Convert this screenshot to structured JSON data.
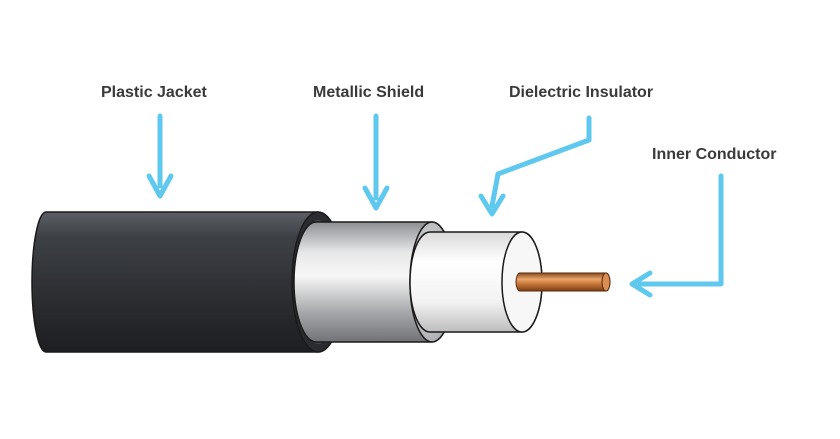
{
  "labels": {
    "plastic_jacket": "Plastic Jacket",
    "metallic_shield": "Metallic Shield",
    "dielectric_insulator": "Dielectric Insulator",
    "inner_conductor": "Inner Conductor"
  },
  "colors": {
    "background": "#ffffff",
    "arrow": "#5ec8ee",
    "label_text": "#3a3a3a",
    "jacket": "#3b3e43",
    "shield": "#a9abae",
    "insulator": "#f1f1f1",
    "conductor": "#c8783a"
  },
  "icons": {
    "arrow": "down-arrow-icon"
  }
}
